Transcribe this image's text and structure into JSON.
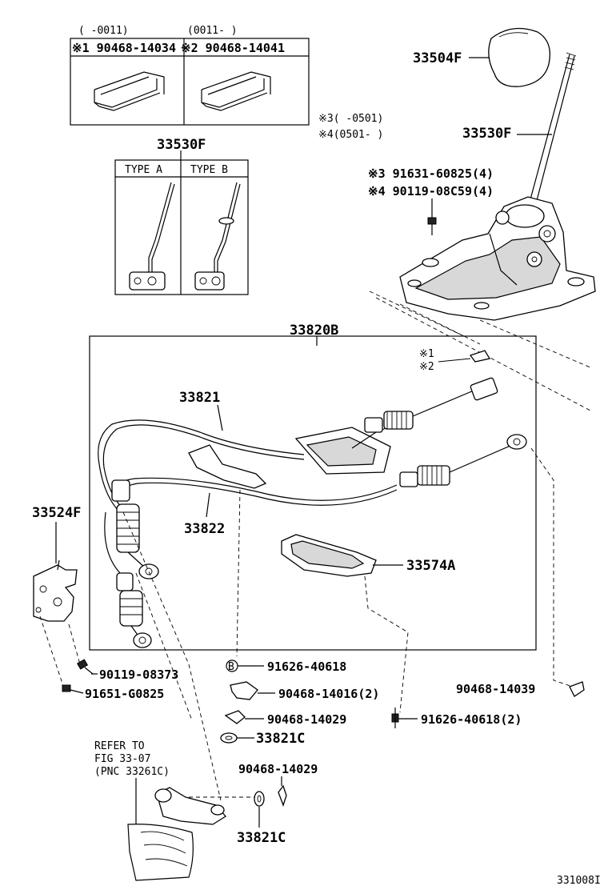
{
  "inset_clip": {
    "left_range": "( -0011)",
    "right_range": "(0011- )",
    "left_part": "※1 90468-14034",
    "right_part": "※2 90468-14041"
  },
  "inset_lever": {
    "part": "33530F",
    "type_a": "TYPE A",
    "type_b": "TYPE B"
  },
  "parts": {
    "knob": "33504F",
    "lever": "33530F",
    "note3_range": "※3(    -0501)",
    "note4_range": "※4(0501-    )",
    "bolt3": "※3 91631-60825(4)",
    "bolt4": "※4 90119-08C59(4)",
    "cable_assy": "33820B",
    "note1": "※1",
    "note2": "※2",
    "cable_select": "33821",
    "cable_shift": "33822",
    "bracket": "33524F",
    "plate": "33574A",
    "bolt_a": "90119-08373",
    "bolt_b": "91651-G0825",
    "clip_b_marker": "B",
    "clip_b": "91626-40618",
    "clip_c": "90468-14016(2)",
    "clip_d": "90468-14029",
    "washer_top": "33821C",
    "clip_e": "90468-14039",
    "bolt_c": "91626-40618(2)",
    "clip_f": "90468-14029",
    "washer_bottom": "33821C"
  },
  "refer": {
    "line1": "REFER TO",
    "line2": "FIG 33-07",
    "line3": "(PNC 33261C)"
  },
  "fig_code": "331008I"
}
